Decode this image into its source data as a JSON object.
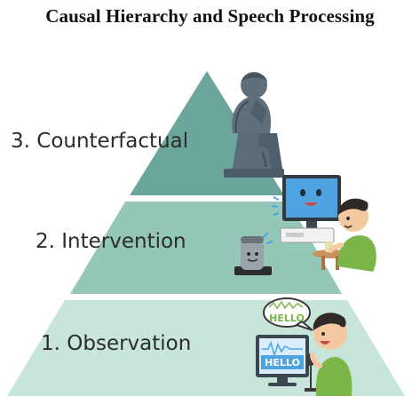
{
  "title": "Causal Hierarchy and Speech Processing",
  "levels": [
    {
      "label": "3. Counterfactual",
      "color": "#6aa79a",
      "illustration": "thinker-statue"
    },
    {
      "label": "2. Intervention",
      "color": "#95c7b9",
      "illustration": "person-with-computer-and-smart-speaker"
    },
    {
      "label": "1. Observation",
      "color": "#c7e5d8",
      "illustration": "person-speaking-to-computer"
    }
  ],
  "speech": {
    "bubble_text": "HELLO",
    "screen_text": "HELLO"
  }
}
